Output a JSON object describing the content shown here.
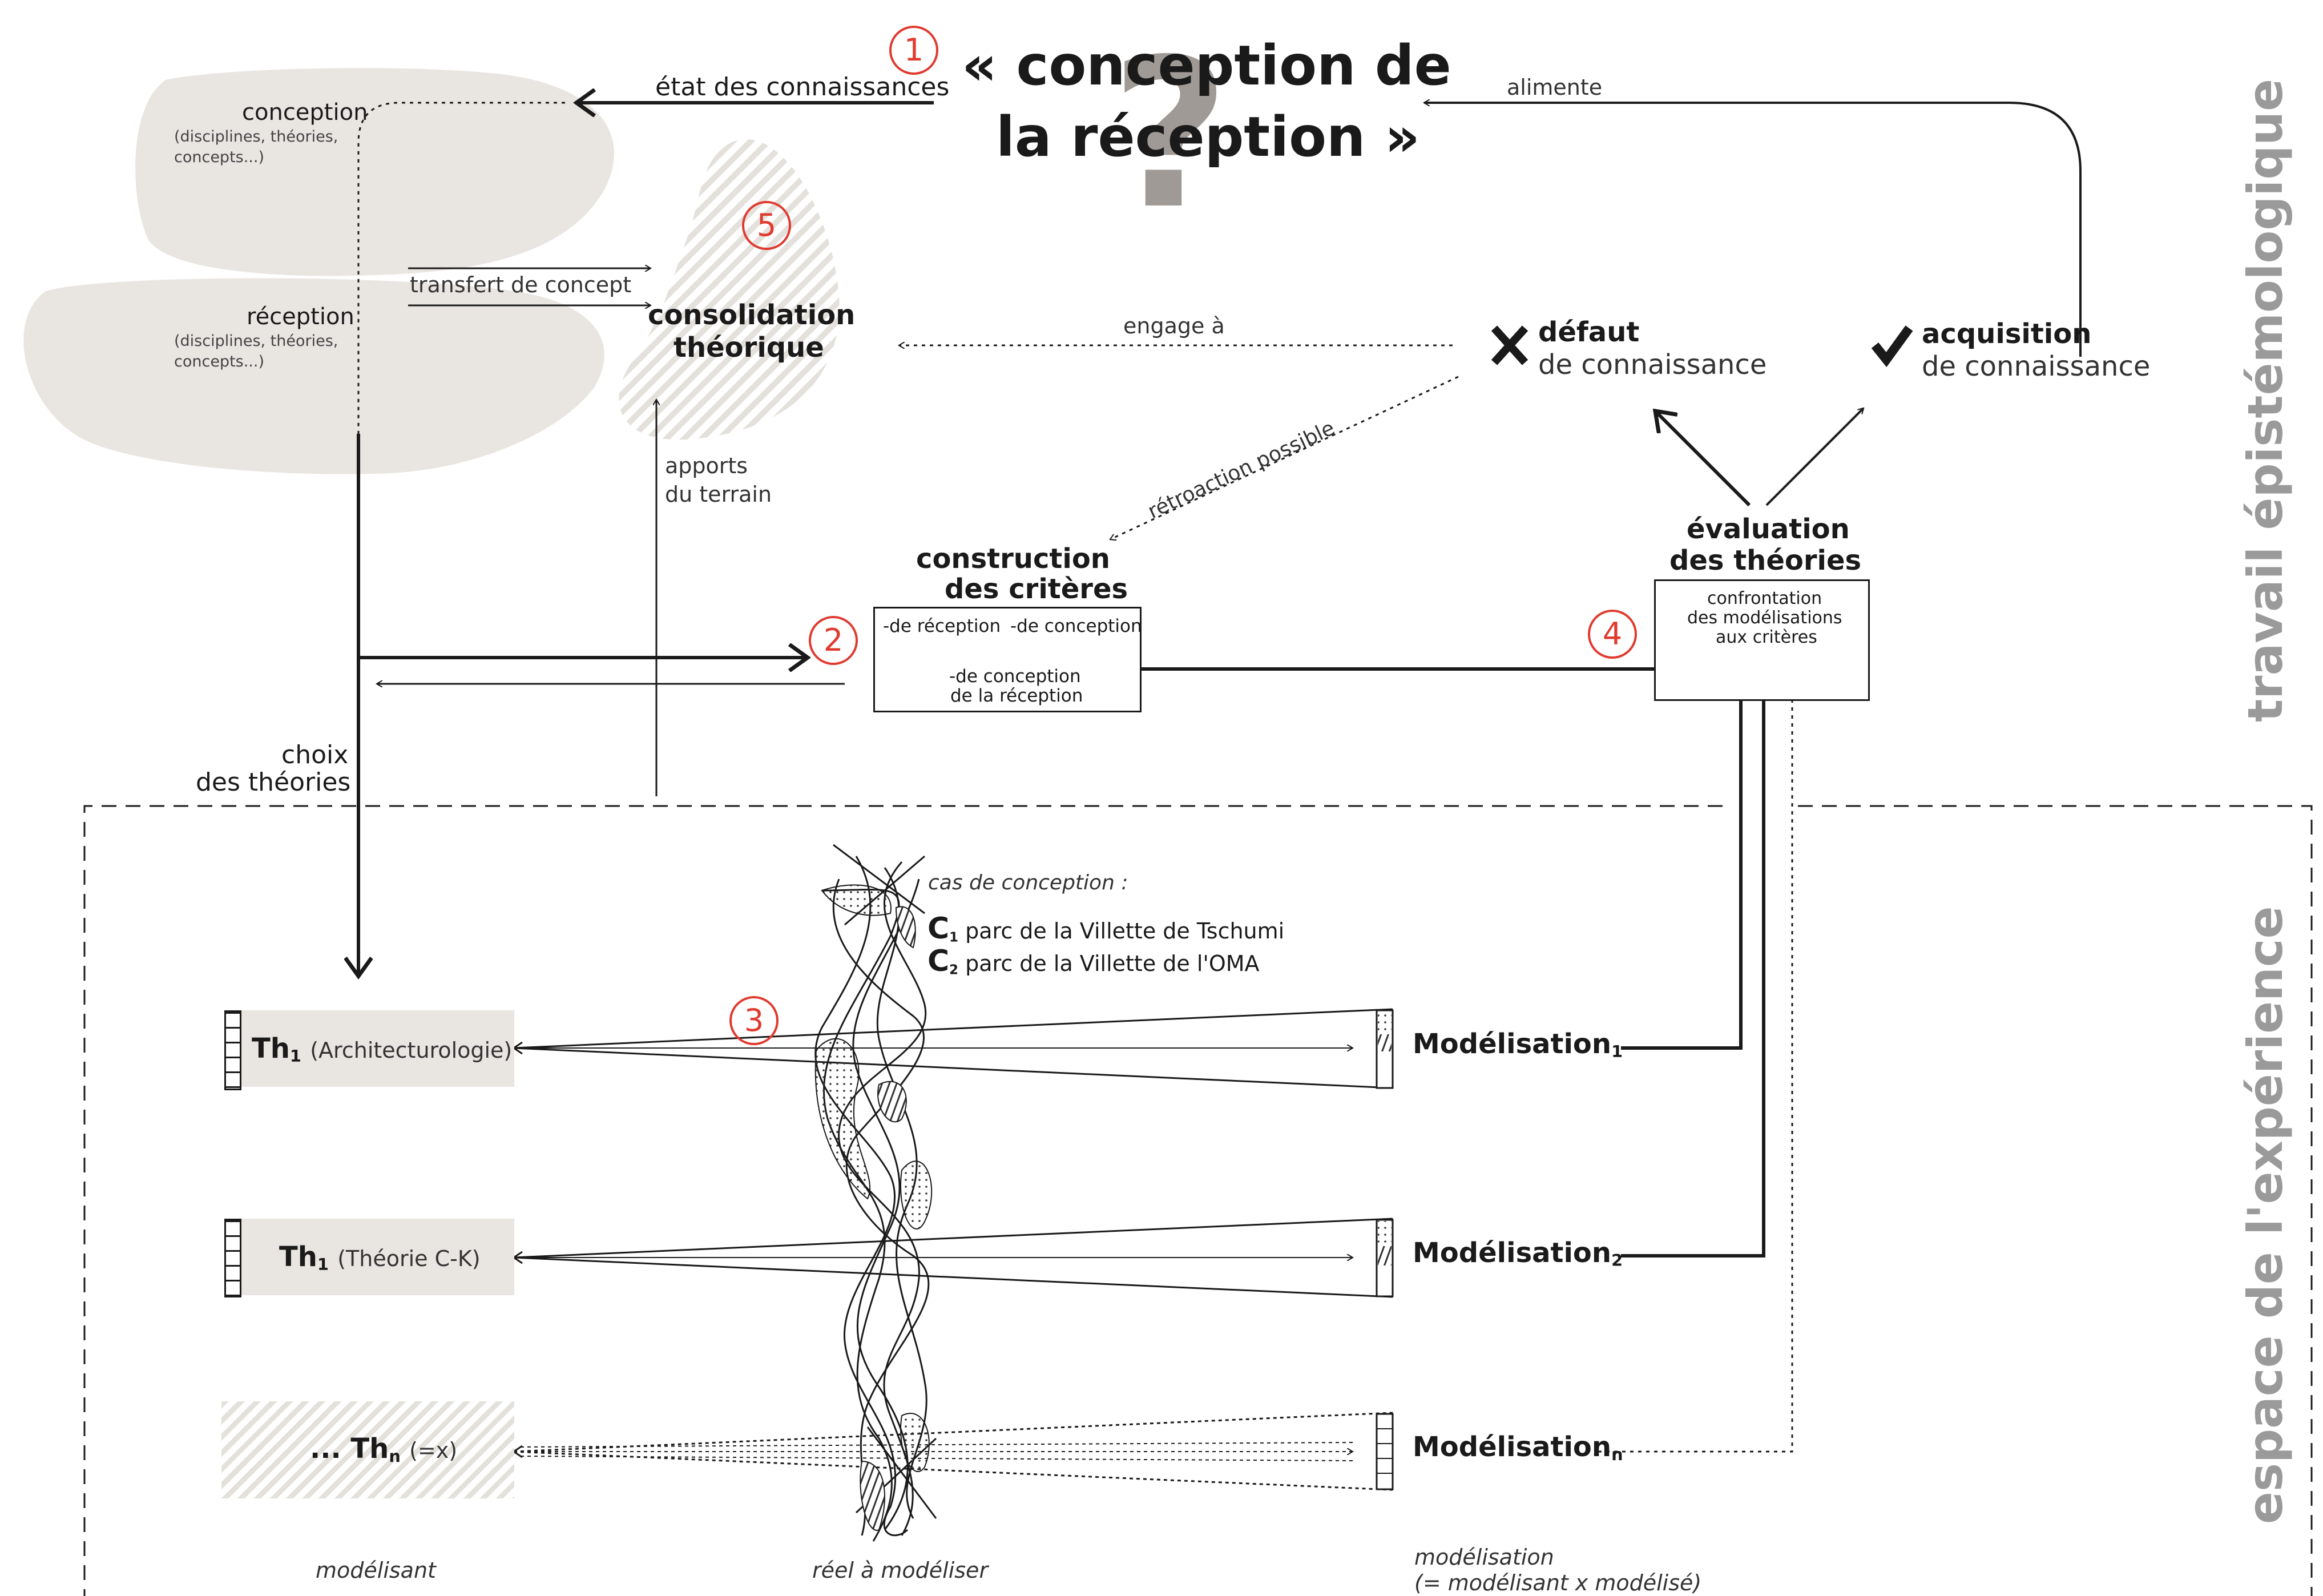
{
  "title": {
    "line1": "« conception de",
    "line2": "la réception »",
    "mark": "?"
  },
  "steps": {
    "s1": "1",
    "s2": "2",
    "s3": "3",
    "s4": "4",
    "s5": "5"
  },
  "top": {
    "etat": "état des connaissances",
    "alimente": "alimente",
    "engage": "engage à",
    "retroaction": "rétroaction possible",
    "transfert": "transfert de concept",
    "apports_1": "apports",
    "apports_2": "du terrain"
  },
  "blobs": {
    "conception_title": "conception",
    "conception_sub_1": "(disciplines, théories,",
    "conception_sub_2": "concepts...)",
    "reception_title": "réception",
    "reception_sub_1": "(disciplines, théories,",
    "reception_sub_2": "concepts...)",
    "consolidation_1": "consolidation",
    "consolidation_2": "théorique"
  },
  "outcomes": {
    "defaut_1": "défaut",
    "defaut_2": "de connaissance",
    "acquisition_1": "acquisition",
    "acquisition_2": "de connaissance"
  },
  "criteres": {
    "title_1": "construction",
    "title_2": "des critères",
    "reception": "-de réception",
    "conception": "-de conception",
    "cdr_1": "-de conception",
    "cdr_2": "de la réception"
  },
  "evaluation": {
    "title_1": "évaluation",
    "title_2": "des théories",
    "body_1": "confrontation",
    "body_2": "des modélisations",
    "body_3": "aux critères"
  },
  "choix": {
    "line1": "choix",
    "line2": "des théories"
  },
  "cases": {
    "heading": "cas de conception :",
    "c1_letter": "C",
    "c1_sub": "1",
    "c1_text": "parc de la Villette de Tschumi",
    "c2_letter": "C",
    "c2_sub": "2",
    "c2_text": "parc de la Villette de l'OMA"
  },
  "theories": [
    {
      "label": "Th",
      "sub": "1",
      "desc": "(Architecturologie)"
    },
    {
      "label": "Th",
      "sub": "1",
      "desc": "(Théorie C-K)"
    },
    {
      "label": "... Th",
      "sub": "n",
      "desc": "(=x)"
    }
  ],
  "models": [
    {
      "label": "Modélisation",
      "sub": "1"
    },
    {
      "label": "Modélisation",
      "sub": "2"
    },
    {
      "label": "Modélisation",
      "sub": "n"
    }
  ],
  "footer": {
    "modelisant": "modélisant",
    "reel": "réel à modéliser",
    "modelisation_1": "modélisation",
    "modelisation_2": "(= modélisant x modélisé)"
  },
  "side": {
    "epistemo": "travail épistémologique",
    "experience": "espace de l'expérience"
  },
  "colors": {
    "accent": "#e03a2f",
    "grey_fill": "#e9e5e1",
    "side_text": "#9a9a9a",
    "ink": "#1a1a1a"
  }
}
